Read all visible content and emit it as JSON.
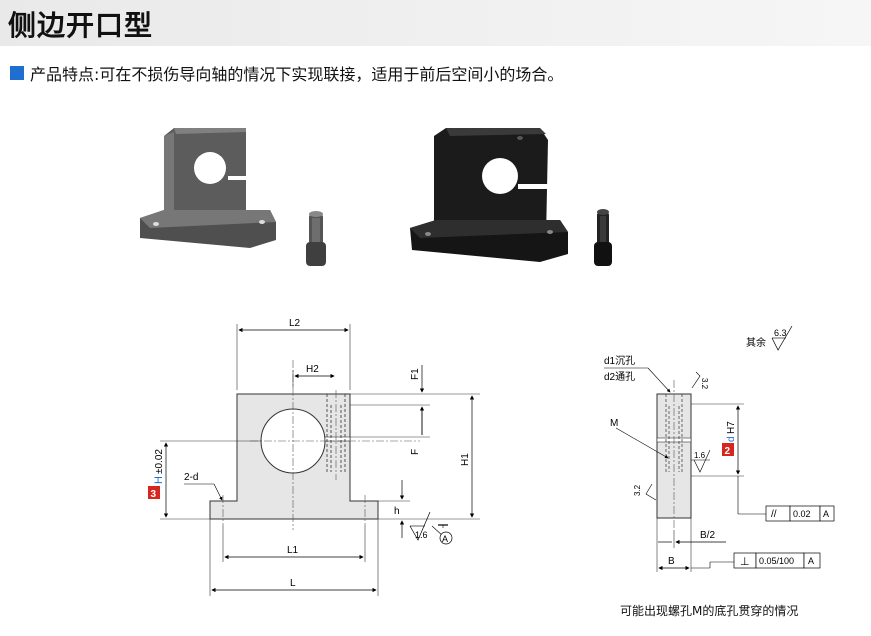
{
  "header": {
    "title": "侧边开口型"
  },
  "feature": {
    "label": "产品特点:",
    "text": " 可在不损伤导向轴的情况下实现联接，适用于前后空间小的场合。"
  },
  "front_view": {
    "L2": "L2",
    "H2": "H2",
    "F1": "F1",
    "F": "F",
    "H1": "H1",
    "tol_num": "3",
    "tol_H": "H",
    "tol_val": "±0.02",
    "hole_label": "2-d",
    "h": "h",
    "L1": "L1",
    "L": "L",
    "rough": "1.6",
    "datum": "A"
  },
  "side_view": {
    "rest": "其余",
    "rest_rough": "6.3",
    "d1": "d1沉孔",
    "d2": "d2通孔",
    "M": "M",
    "rough_top": "3.2",
    "rough_mid": "1.6",
    "rough_left": "3.2",
    "tag_num": "2",
    "tag_d": "d",
    "tag_fit": "H7",
    "par_sym": "//",
    "par_val": "0.02",
    "par_ref": "A",
    "perp_sym": "⊥",
    "perp_val": "0.05/100",
    "perp_ref": "A",
    "B2": "B/2",
    "B": "B"
  },
  "caption": "可能出现螺孔M的底孔贯穿的情况",
  "colors": {
    "accent_blue": "#1f6fd1",
    "tag_red": "#d7261e",
    "block_grey": "#e6e6e6"
  }
}
